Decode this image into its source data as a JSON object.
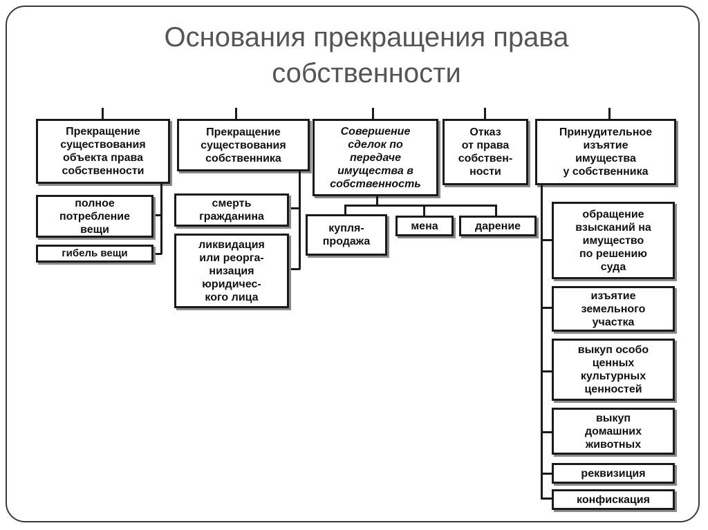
{
  "title": "Основания прекращения права\nсобственности",
  "categories": [
    {
      "label": "Прекращение\nсуществования\nобъекта права\nсобственности",
      "children": [
        "полное\nпотребление\nвещи",
        "гибель вещи"
      ]
    },
    {
      "label": "Прекращение\nсуществования\nсобственника",
      "children": [
        "смерть\nгражданина",
        "ликвидация\nили реорга-\nнизация\nюридичес-\nкого лица"
      ]
    },
    {
      "label": "Совершение\nсделок по\nпередаче\nимущества в\nсобственность",
      "children": [
        "купля-\nпродажа",
        "мена",
        "дарение"
      ]
    },
    {
      "label": "Отказ\nот права\nсобствен-\nности",
      "children": []
    },
    {
      "label": "Принудительное\nизъятие\nимущества\nу собственника",
      "children": [
        "обращение\nвзысканий на\nимущество\nпо решению\nсуда",
        "изъятие\nземельного\nучастка",
        "выкуп особо\nценных\nкультурных\nценностей",
        "выкуп\nдомашних\nживотных",
        "реквизиция",
        "конфискация"
      ]
    }
  ]
}
